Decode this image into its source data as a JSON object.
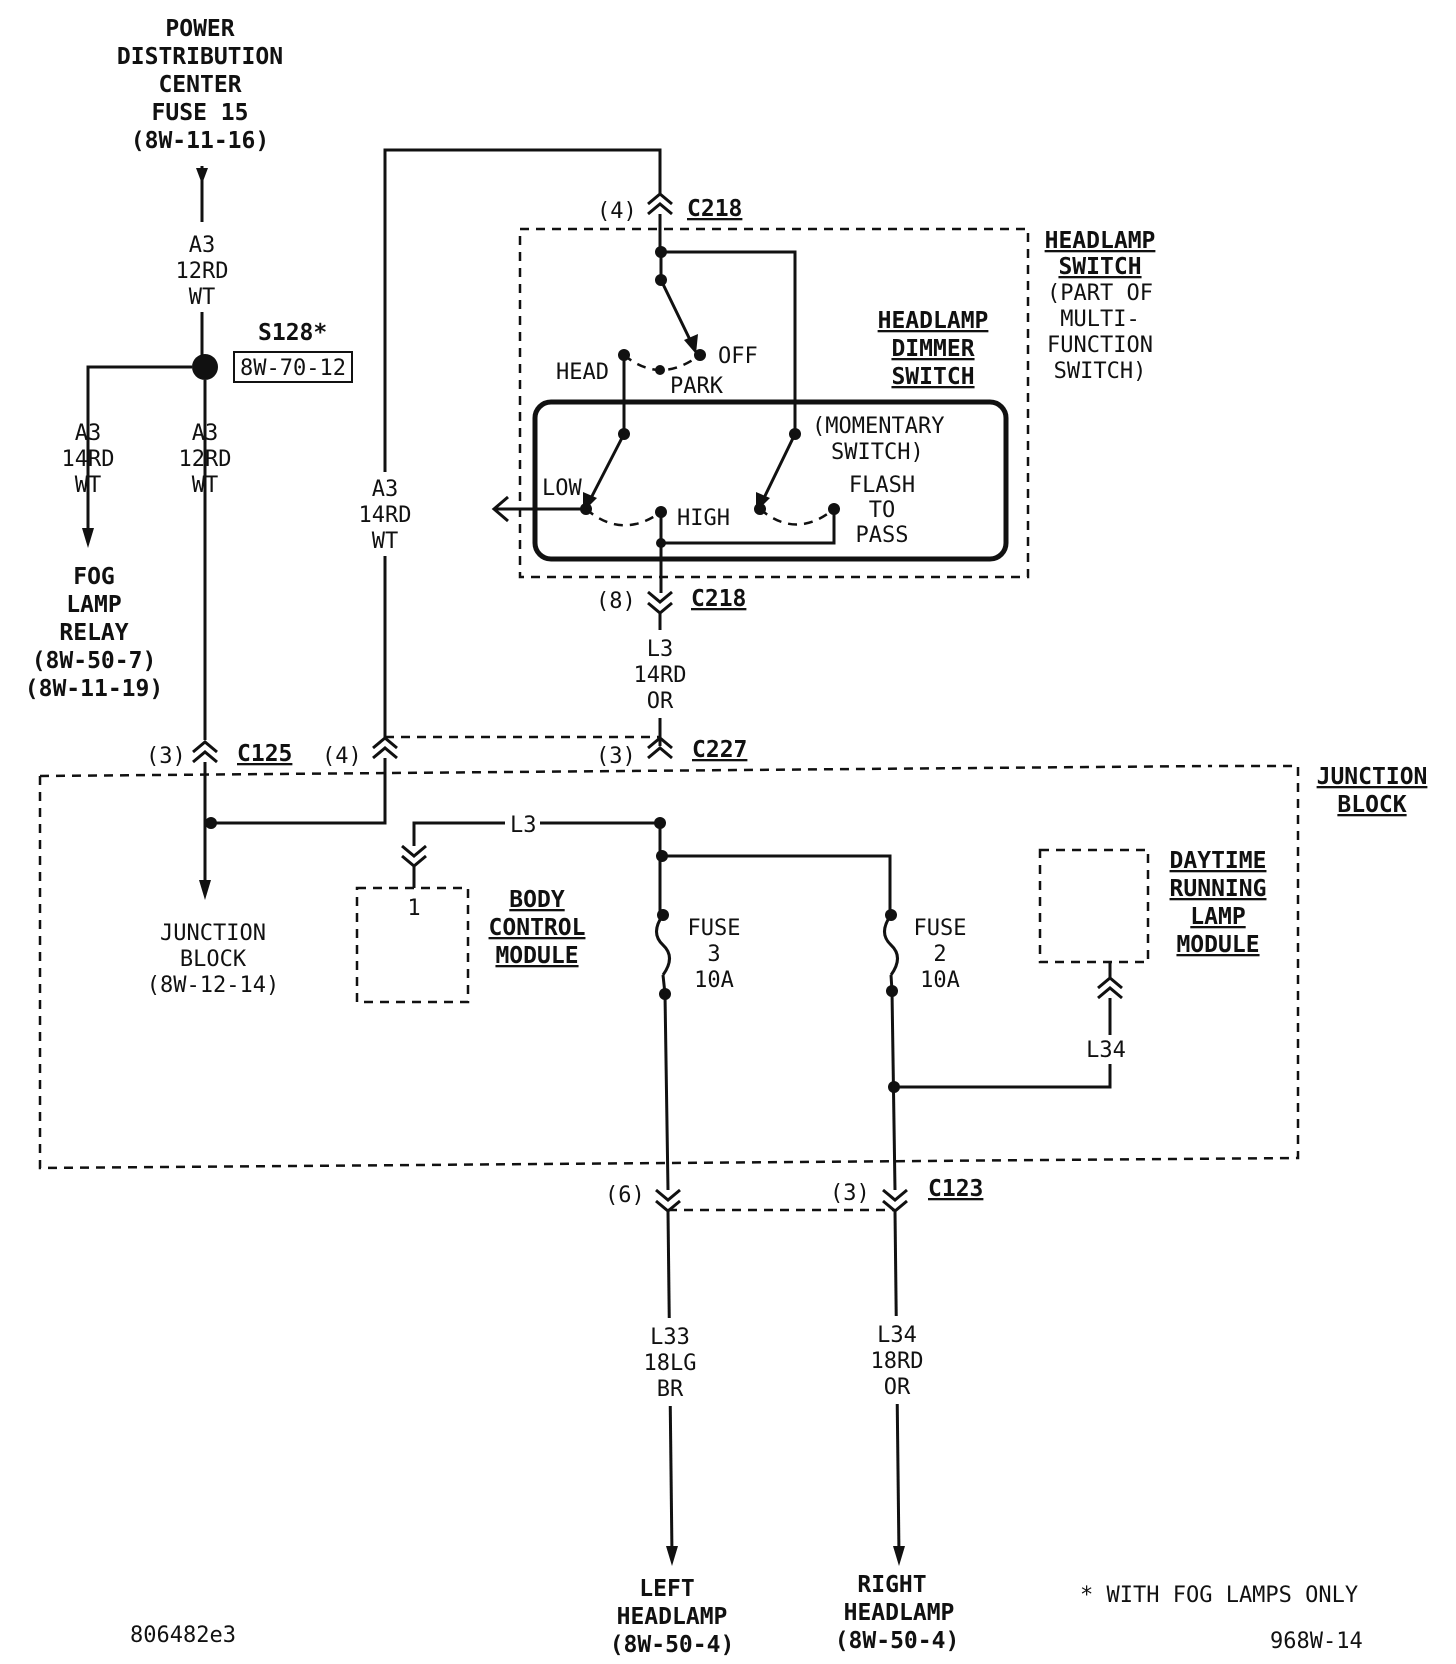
{
  "pdc": {
    "line1": "POWER",
    "line2": "DISTRIBUTION",
    "line3": "CENTER",
    "line4": "FUSE 15",
    "line5": "(8W-11-16)"
  },
  "wire_a3_top": {
    "circuit": "A3",
    "gauge": "12RD",
    "tracer": "WT"
  },
  "splice": {
    "name": "S128*",
    "ref": "8W-70-12"
  },
  "wire_a3_fog": {
    "circuit": "A3",
    "gauge": "14RD",
    "tracer": "WT"
  },
  "wire_a3_mid": {
    "circuit": "A3",
    "gauge": "12RD",
    "tracer": "WT"
  },
  "wire_a3_loop": {
    "circuit": "A3",
    "gauge": "14RD",
    "tracer": "WT"
  },
  "fog_relay": {
    "line1": "FOG",
    "line2": "LAMP",
    "line3": "RELAY",
    "line4": "(8W-50-7)",
    "line5": "(8W-11-19)"
  },
  "c218_top": {
    "pin": "(4)",
    "name": "C218"
  },
  "headlamp_switch": {
    "line1": "HEADLAMP",
    "line2": "SWITCH",
    "line3": "(PART OF",
    "line4": "MULTI-",
    "line5": "FUNCTION",
    "line6": "SWITCH)"
  },
  "switch_positions": {
    "head": "HEAD",
    "off": "OFF",
    "park": "PARK"
  },
  "dimmer_switch": {
    "line1": "HEADLAMP",
    "line2": "DIMMER",
    "line3": "SWITCH",
    "momentary1": "(MOMENTARY",
    "momentary2": "SWITCH)",
    "low": "LOW",
    "high": "HIGH",
    "flash1": "FLASH",
    "flash2": "TO",
    "flash3": "PASS"
  },
  "c218_bottom": {
    "pin": "(8)",
    "name": "C218"
  },
  "wire_l3": {
    "circuit": "L3",
    "gauge": "14RD",
    "tracer": "OR"
  },
  "c125": {
    "pin": "(3)",
    "name": "C125",
    "pin2": "(4)"
  },
  "c227": {
    "pin": "(3)",
    "name": "C227"
  },
  "junction_block": {
    "line1": "JUNCTION",
    "line2": "BLOCK"
  },
  "jb_ref": {
    "line1": "JUNCTION",
    "line2": "BLOCK",
    "line3": "(8W-12-14)"
  },
  "l3_label": "L3",
  "bcm": {
    "pin": "1",
    "line1": "BODY",
    "line2": "CONTROL",
    "line3": "MODULE"
  },
  "fuse3": {
    "label": "FUSE",
    "number": "3",
    "rating": "10A"
  },
  "fuse2": {
    "label": "FUSE",
    "number": "2",
    "rating": "10A"
  },
  "drl": {
    "line1": "DAYTIME",
    "line2": "RUNNING",
    "line3": "LAMP",
    "line4": "MODULE"
  },
  "l34_label": "L34",
  "c123": {
    "pin_left": "(6)",
    "pin_right": "(3)",
    "name": "C123"
  },
  "wire_l33": {
    "circuit": "L33",
    "gauge": "18LG",
    "tracer": "BR"
  },
  "wire_l34": {
    "circuit": "L34",
    "gauge": "18RD",
    "tracer": "OR"
  },
  "left_headlamp": {
    "line1": "LEFT",
    "line2": "HEADLAMP",
    "line3": "(8W-50-4)"
  },
  "right_headlamp": {
    "line1": "RIGHT",
    "line2": "HEADLAMP",
    "line3": "(8W-50-4)"
  },
  "footnote": "* WITH FOG LAMPS ONLY",
  "image_id": "806482e3",
  "page_id": "968W-14"
}
